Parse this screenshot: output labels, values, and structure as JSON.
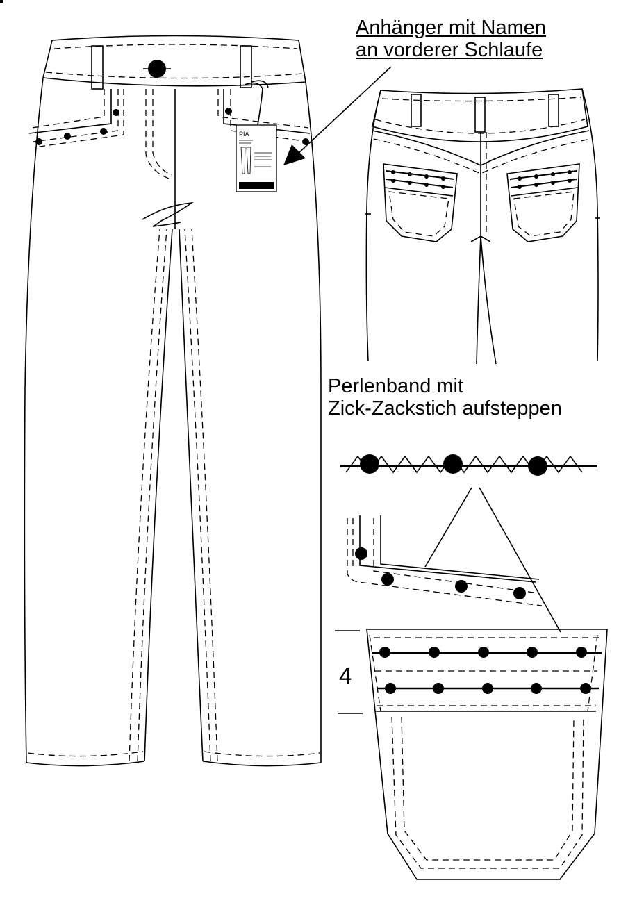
{
  "callout": {
    "line1": "Anhänger mit Namen",
    "line2": "an vorderer Schlaufe"
  },
  "instruction": {
    "line1": "Perlenband mit",
    "line2": "Zick-Zackstich aufsteppen"
  },
  "pocket_measure": "4",
  "hangtag": {
    "brand": "PIA"
  }
}
